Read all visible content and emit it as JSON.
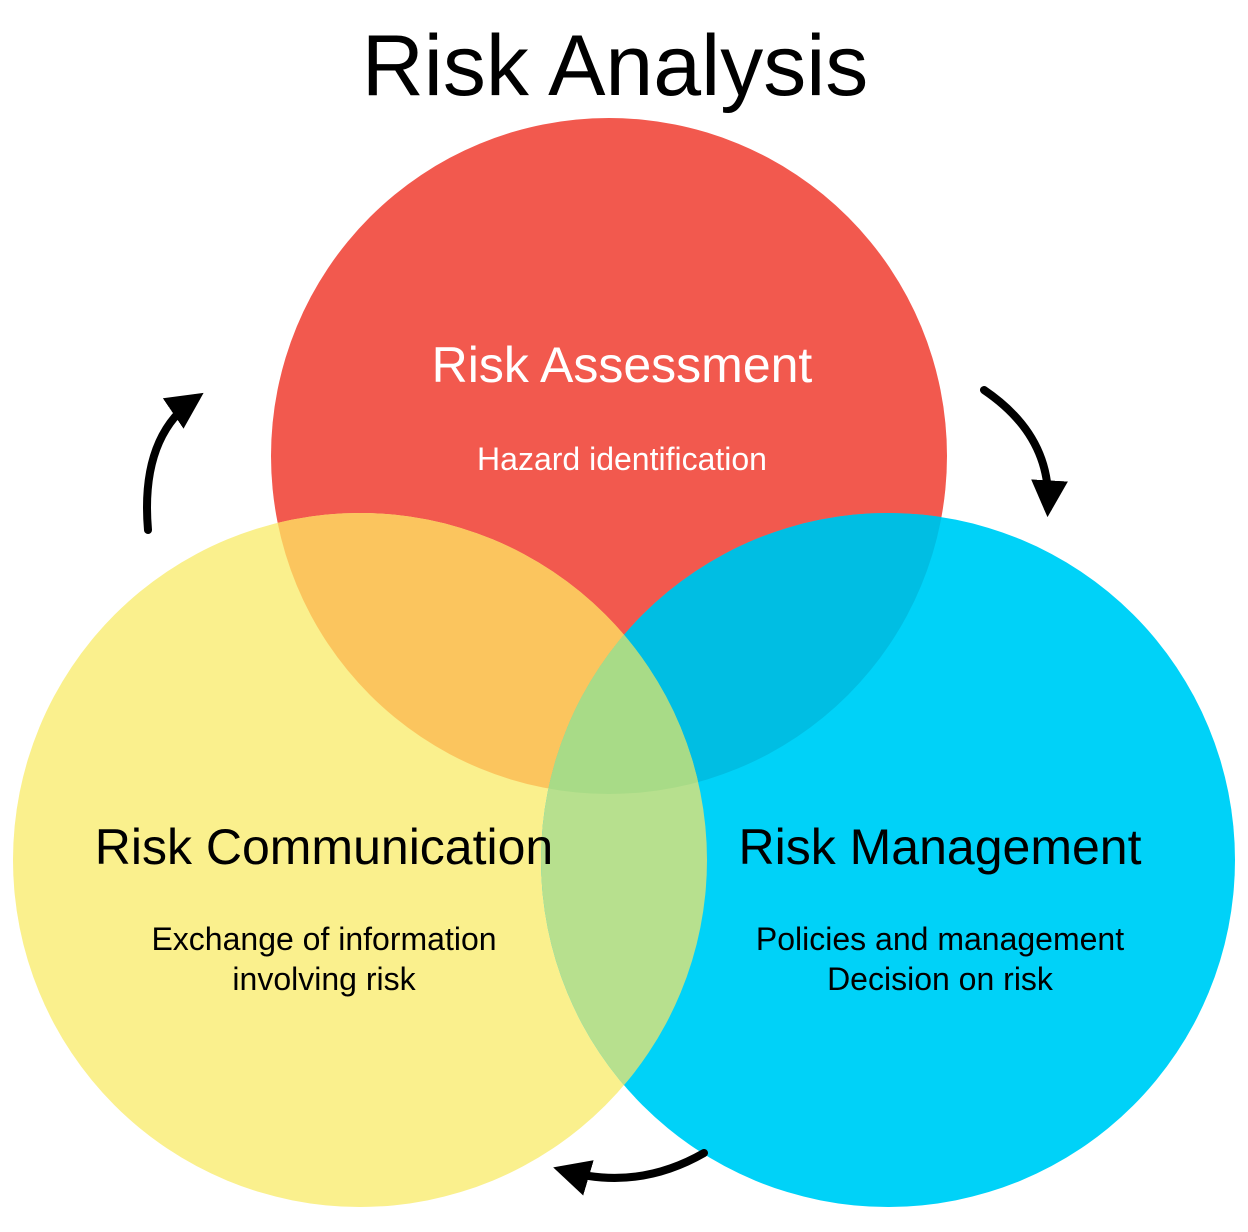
{
  "title": "Risk Analysis",
  "venn": {
    "circles": {
      "assessment": {
        "label": "Risk Assessment",
        "sublabel": "Hazard identification",
        "color": "#F2594E",
        "text_color": "#FFFFFF"
      },
      "communication": {
        "label": "Risk Communication",
        "sublabel_line1": "Exchange of information",
        "sublabel_line2": "involving risk",
        "color": "#FAF08D",
        "text_color": "#000000"
      },
      "management": {
        "label": "Risk Management",
        "sublabel_line1": "Policies and management",
        "sublabel_line2": "Decision on risk",
        "color": "#00D2F8",
        "text_color": "#000000"
      }
    },
    "overlaps": {
      "assessment_communication": "#FBC55E",
      "assessment_management": "#00BEE3",
      "communication_management": "#B7E08E",
      "center": "#A8DB87"
    }
  },
  "arrows": {
    "color": "#000000",
    "items": [
      {
        "name": "communication-to-assessment",
        "direction": "up"
      },
      {
        "name": "assessment-to-management",
        "direction": "down"
      },
      {
        "name": "management-to-communication",
        "direction": "left"
      }
    ]
  }
}
